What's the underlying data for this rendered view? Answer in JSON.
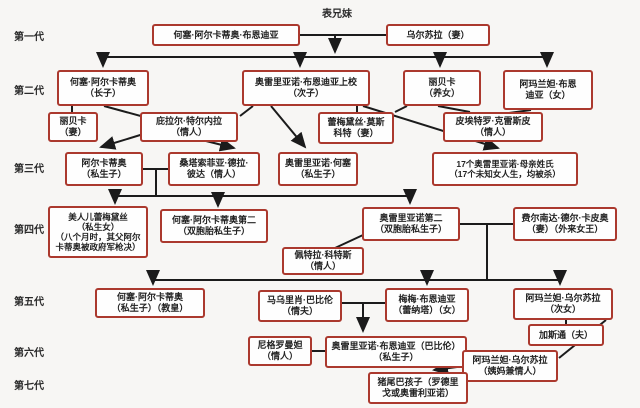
{
  "diagram_title": "表兄妹",
  "colors": {
    "box_border": "#ab392e",
    "line": "#1b1b1b",
    "background": "#f7f6f4"
  },
  "generations": [
    "第一代",
    "第二代",
    "第三代",
    "第四代",
    "第五代",
    "第六代",
    "第七代"
  ],
  "nodes": {
    "jose_arcadio_buendia": "何塞·阿尔卡蒂奥·布恩迪亚",
    "ursula": "乌尔苏拉（妻）",
    "jose_arcadio": "何塞·阿尔卡蒂奥\n（长子）",
    "colonel_aureliano": "奥雷里亚诺·布恩迪亚上校\n（次子）",
    "rebeca_adopted": "丽贝卡\n（养女）",
    "amaranta": "阿玛兰妲·布恩\n迪亚（女）",
    "rebeca_wife": "丽贝卡\n（妻）",
    "pilar_ternera": "庇拉尔·特尔内拉\n（情人）",
    "remedios_moscote": "蕾梅黛丝·莫斯\n科特（妻）",
    "pietro_crespi": "皮埃特罗·克雷斯皮\n（情人）",
    "arcadio": "阿尔卡蒂奥\n（私生子）",
    "santa_sofia": "桑塔索菲亚·德拉·\n彼达（情人）",
    "aureliano_jose": "奥雷里亚诺·何塞\n（私生子）",
    "seventeen_aurelianos": "17个奥雷里亚诺·母亲姓氏\n（17个未知女人生，均被杀）",
    "remedios_beauty": "美人儿蕾梅黛丝\n（私生女）\n（八个月时，其父阿尔\n卡蒂奥被政府军枪决）",
    "jose_arcadio_segundo": "何塞·阿尔卡蒂奥第二\n（双胞胎私生子）",
    "aureliano_segundo": "奥雷里亚诺第二\n（双胞胎私生子）",
    "fernanda": "费尔南达·德尔·卡皮奥\n（妻）（外来女王）",
    "petra_cotes": "佩特拉·科特斯\n（情人）",
    "jose_arcadio_pope": "何塞·阿尔卡蒂奥\n（私生子）（教皇）",
    "mauricio_babilonia": "马乌里肖·巴比伦\n（情夫）",
    "meme": "梅梅·布恩迪亚\n（蕾纳塔）（女）",
    "amaranta_ursula": "阿玛兰妲·乌尔苏拉\n（次女）",
    "gaston": "加斯通（夫）",
    "nigromanta": "尼格罗曼妲\n（情人）",
    "aureliano_babilonia": "奥雷里亚诺·布恩迪亚（巴比伦）\n（私生子）",
    "amaranta_ursula_aunt": "阿玛兰妲·乌尔苏拉\n（姨妈兼情人）",
    "pigtail_child": "猪尾巴孩子（罗德里\n戈或奥雷利亚诺）"
  }
}
